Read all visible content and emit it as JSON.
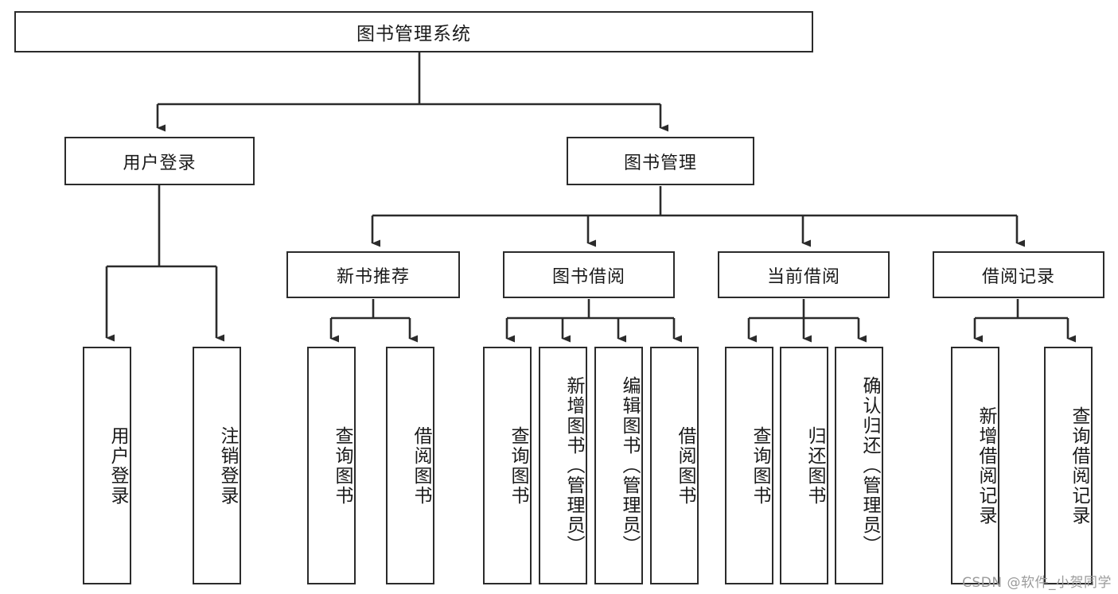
{
  "diagram": {
    "type": "tree-hierarchy-diagram",
    "title": "图书管理系统",
    "orientation": "top-down",
    "colors": {
      "node_border": "#2b2b2b",
      "node_fill": "#ffffff",
      "edge": "#2b2b2b",
      "text": "#1a1a1a",
      "watermark": "#9b9b9b",
      "background": "#ffffff"
    },
    "levels": {
      "level1": [
        "图书管理系统"
      ],
      "level2": [
        "用户登录",
        "图书管理"
      ],
      "level3": [
        "新书推荐",
        "图书借阅",
        "当前借阅",
        "借阅记录"
      ],
      "level4_leaves": [
        "用户登录",
        "注销登录",
        "查询图书",
        "借阅图书",
        "查询图书",
        "新增图书（管理员）",
        "编辑图书（管理员）",
        "借阅图书",
        "查询图书",
        "归还图书",
        "确认归还（管理员）",
        "新增借阅记录",
        "查询借阅记录"
      ]
    },
    "root": {
      "label": "图书管理系统"
    },
    "level2_nodes": [
      {
        "label": "用户登录"
      },
      {
        "label": "图书管理"
      }
    ],
    "level3_nodes": [
      {
        "label": "新书推荐"
      },
      {
        "label": "图书借阅"
      },
      {
        "label": "当前借阅"
      },
      {
        "label": "借阅记录"
      }
    ],
    "leaf_nodes": [
      {
        "label": "用户登录",
        "parent": "用户登录"
      },
      {
        "label": "注销登录",
        "parent": "用户登录"
      },
      {
        "label": "查询图书",
        "parent": "新书推荐"
      },
      {
        "label": "借阅图书",
        "parent": "新书推荐"
      },
      {
        "label": "查询图书",
        "parent": "图书借阅"
      },
      {
        "label": "新增图书（管理员）",
        "parent": "图书借阅"
      },
      {
        "label": "编辑图书（管理员）",
        "parent": "图书借阅"
      },
      {
        "label": "借阅图书",
        "parent": "图书借阅"
      },
      {
        "label": "查询图书",
        "parent": "当前借阅"
      },
      {
        "label": "归还图书",
        "parent": "当前借阅"
      },
      {
        "label": "确认归还（管理员）",
        "parent": "当前借阅"
      },
      {
        "label": "新增借阅记录",
        "parent": "借阅记录"
      },
      {
        "label": "查询借阅记录",
        "parent": "借阅记录"
      }
    ]
  },
  "watermark": {
    "text": "CSDN @软件_小贺同学"
  }
}
